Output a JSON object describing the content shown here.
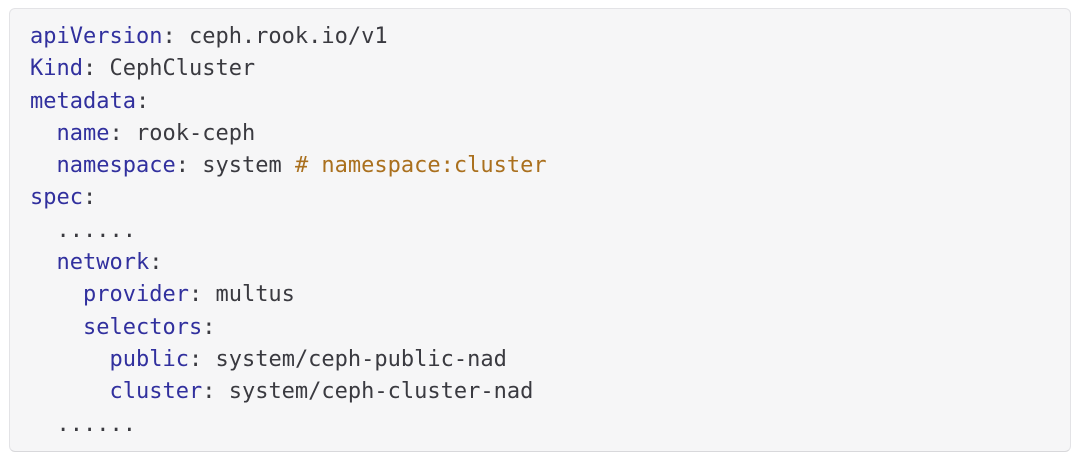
{
  "colors": {
    "page_background": "#ffffff",
    "panel_background": "#f6f6f7",
    "panel_border": "#e3e3e6",
    "panel_border_bottom": "#d8d8db",
    "key": "#31309e",
    "value": "#3a3a40",
    "comment": "#aa701e"
  },
  "code_block": {
    "language": "yaml",
    "lines": [
      {
        "tokens": [
          {
            "text": "apiVersion",
            "type": "key"
          },
          {
            "text": ": ",
            "type": "punct"
          },
          {
            "text": "ceph.rook.io/v1",
            "type": "value"
          }
        ]
      },
      {
        "tokens": [
          {
            "text": "Kind",
            "type": "key"
          },
          {
            "text": ": ",
            "type": "punct"
          },
          {
            "text": "CephCluster",
            "type": "value"
          }
        ]
      },
      {
        "tokens": [
          {
            "text": "metadata",
            "type": "key"
          },
          {
            "text": ":",
            "type": "punct"
          }
        ]
      },
      {
        "tokens": [
          {
            "text": "  ",
            "type": "indent"
          },
          {
            "text": "name",
            "type": "key"
          },
          {
            "text": ": ",
            "type": "punct"
          },
          {
            "text": "rook-ceph",
            "type": "value"
          }
        ]
      },
      {
        "tokens": [
          {
            "text": "  ",
            "type": "indent"
          },
          {
            "text": "namespace",
            "type": "key"
          },
          {
            "text": ": ",
            "type": "punct"
          },
          {
            "text": "system ",
            "type": "value"
          },
          {
            "text": "# namespace:cluster",
            "type": "comment"
          }
        ]
      },
      {
        "tokens": [
          {
            "text": "spec",
            "type": "key"
          },
          {
            "text": ":",
            "type": "punct"
          }
        ]
      },
      {
        "tokens": [
          {
            "text": "  ",
            "type": "indent"
          },
          {
            "text": "......",
            "type": "value"
          }
        ]
      },
      {
        "tokens": [
          {
            "text": "  ",
            "type": "indent"
          },
          {
            "text": "network",
            "type": "key"
          },
          {
            "text": ":",
            "type": "punct"
          }
        ]
      },
      {
        "tokens": [
          {
            "text": "    ",
            "type": "indent"
          },
          {
            "text": "provider",
            "type": "key"
          },
          {
            "text": ": ",
            "type": "punct"
          },
          {
            "text": "multus",
            "type": "value"
          }
        ]
      },
      {
        "tokens": [
          {
            "text": "    ",
            "type": "indent"
          },
          {
            "text": "selectors",
            "type": "key"
          },
          {
            "text": ":",
            "type": "punct"
          }
        ]
      },
      {
        "tokens": [
          {
            "text": "      ",
            "type": "indent"
          },
          {
            "text": "public",
            "type": "key"
          },
          {
            "text": ": ",
            "type": "punct"
          },
          {
            "text": "system/ceph-public-nad",
            "type": "value"
          }
        ]
      },
      {
        "tokens": [
          {
            "text": "      ",
            "type": "indent"
          },
          {
            "text": "cluster",
            "type": "key"
          },
          {
            "text": ": ",
            "type": "punct"
          },
          {
            "text": "system/ceph-cluster-nad",
            "type": "value"
          }
        ]
      },
      {
        "tokens": [
          {
            "text": "  ",
            "type": "indent"
          },
          {
            "text": "......",
            "type": "value"
          }
        ]
      }
    ]
  }
}
